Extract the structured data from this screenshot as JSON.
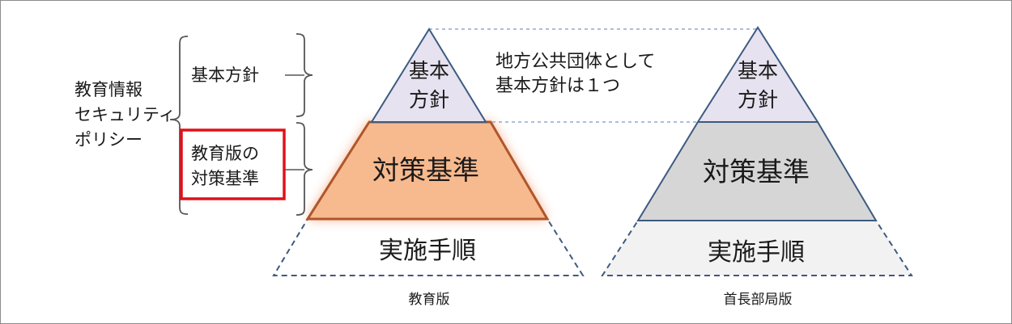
{
  "left_labels": {
    "policy": [
      "教育情報",
      "セキュリティ",
      "ポリシー"
    ],
    "basic_policy": "基本方針",
    "edu_standards": [
      "教育版の",
      "対策基準"
    ]
  },
  "note": [
    "地方公共団体として",
    "基本方針は１つ"
  ],
  "pyramid_edu": {
    "top": [
      "基本",
      "方針"
    ],
    "middle": "対策基準",
    "bottom": "実施手順",
    "caption": "教育版"
  },
  "pyramid_head": {
    "top": [
      "基本",
      "方針"
    ],
    "middle": "対策基準",
    "bottom": "実施手順",
    "caption": "首長部局版"
  },
  "colors": {
    "outline": "#3d5a80",
    "top_fill": "#e6e2ef",
    "edu_middle_fill": "#f7b98e",
    "edu_middle_stroke": "#b0552a",
    "head_middle_fill": "#d6d6d6",
    "bottom_fill_head": "#f2f2f2",
    "highlight_box": "#e0101a"
  }
}
